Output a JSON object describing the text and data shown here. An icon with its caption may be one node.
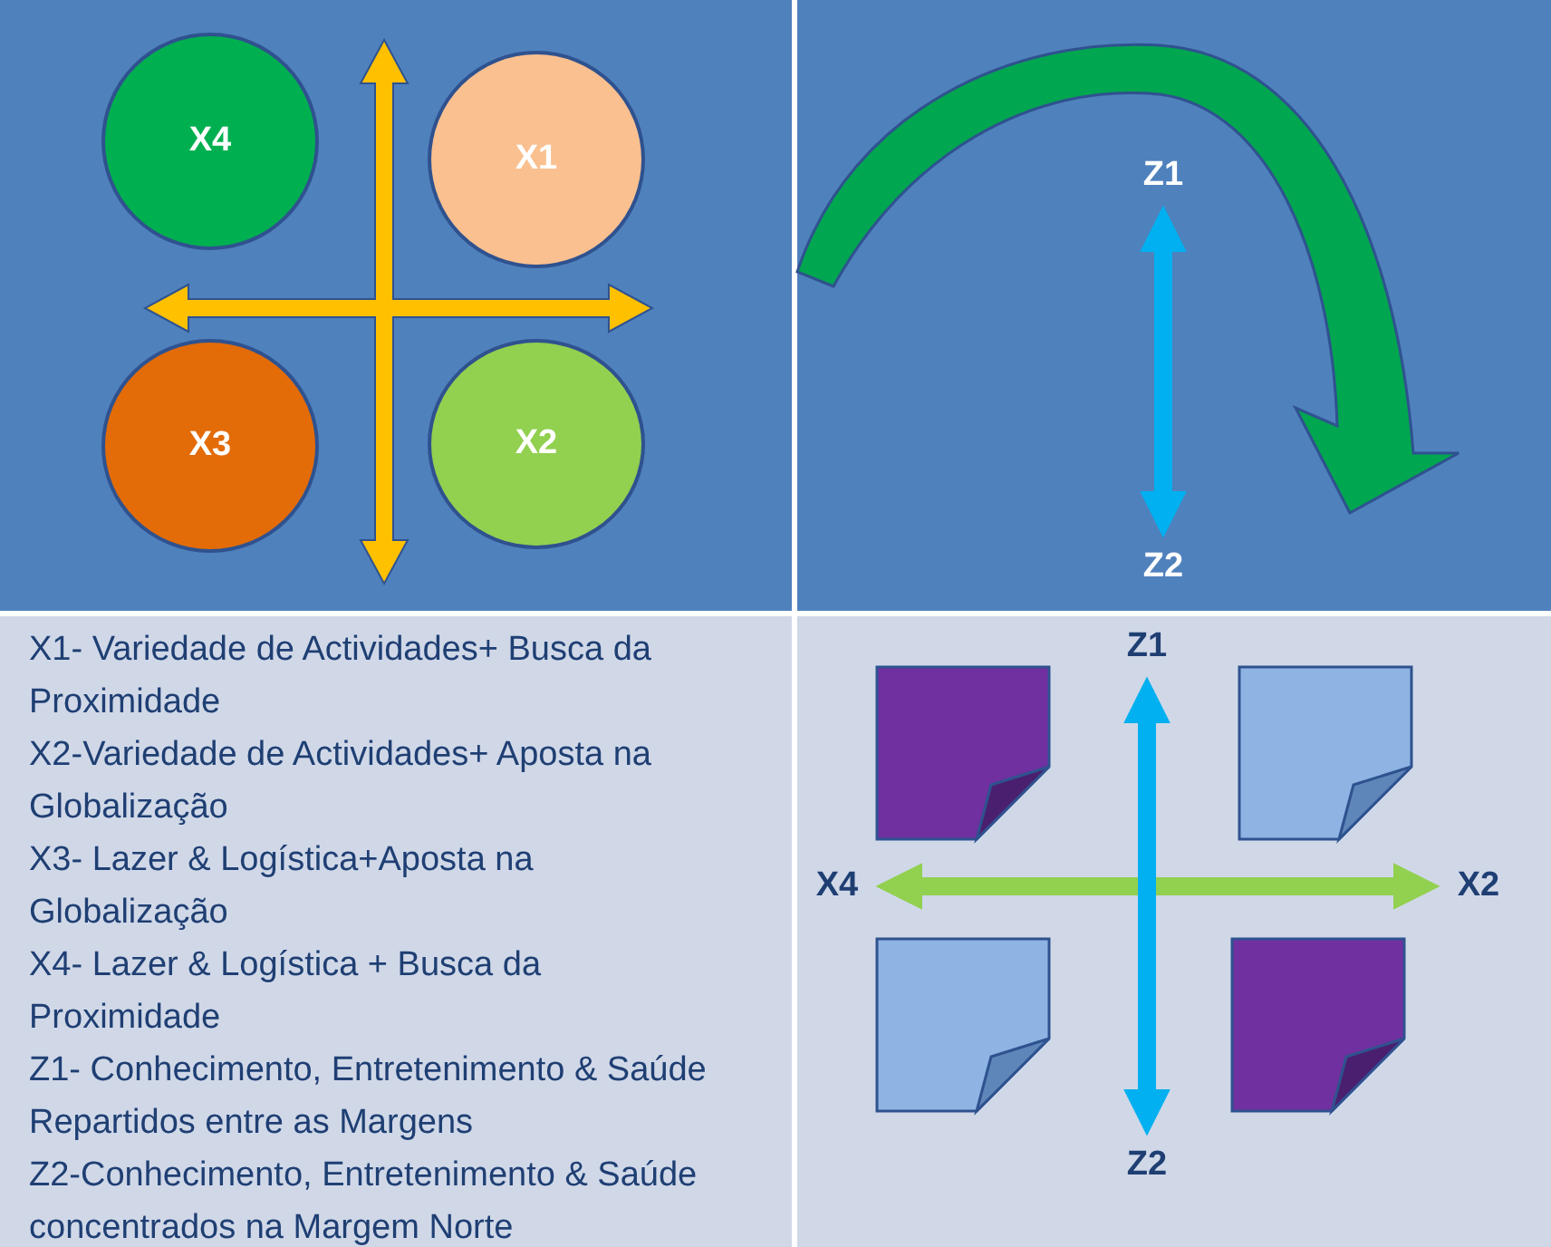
{
  "diagram": {
    "nodes": [
      {
        "text": [
          "X4"
        ]
      },
      {
        "text": [
          "X1"
        ]
      },
      {
        "text": [
          "X3"
        ]
      },
      {
        "text": [
          "X2"
        ]
      },
      {
        "text": [
          "Z1"
        ]
      },
      {
        "text": [
          "Z2"
        ]
      },
      {
        "text": [
          "Z1"
        ]
      },
      {
        "text": [
          "X4"
        ]
      },
      {
        "text": [
          "X2"
        ]
      },
      {
        "text": [
          "Z2"
        ]
      }
    ],
    "edges": [
      {
        "from": 4,
        "to": 5,
        "arrow": "both"
      },
      {
        "from": 7,
        "to": 8,
        "arrow": "both",
        "color": "#92d050"
      },
      {
        "from": 6,
        "to": 9,
        "arrow": "both"
      }
    ],
    "labels": [
      "X1- Variedade de Actividades+ Busca da Proximidade",
      "X2-Variedade de Actividades+ Aposta na Globalização",
      "X3- Lazer & Logística+Aposta na Globalização",
      "X4- Lazer & Logística + Busca da Proximidade",
      "Z1- Conhecimento, Entretenimento & Saúde Repartidos entre as Margens",
      "Z2-Conhecimento, Entretenimento & Saúde concentrados na Margem Norte"
    ]
  }
}
